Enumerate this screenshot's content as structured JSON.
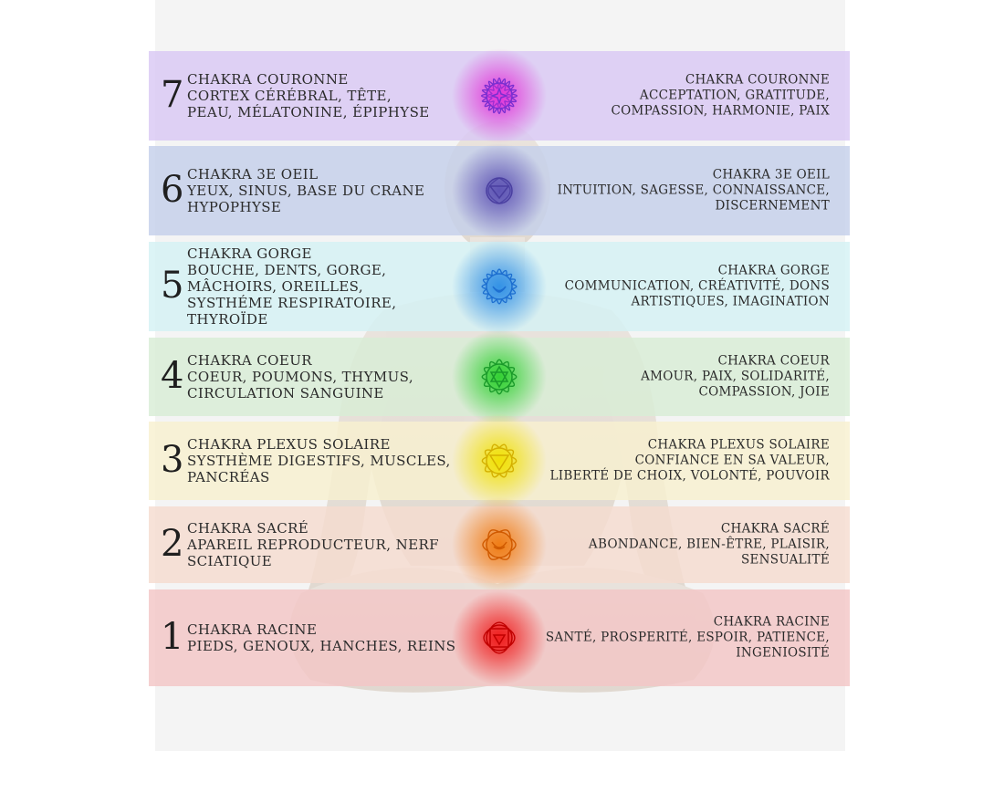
{
  "chakras": [
    {
      "number": "7",
      "left_lines": [
        "CHAKRA COURONNE",
        "CORTEX CÉRÉBRAL, TÊTE,",
        "PEAU, MÉLATONINE, ÉPIPHYSE"
      ],
      "right_lines": [
        "CHAKRA  COURONNE",
        "ACCEPTATION, GRATITUDE,",
        "COMPASSION, HARMONIE, PAIX"
      ],
      "band_color": "#d9c8f4",
      "glow_color": "#e12fd8",
      "symbol_color": "#7a2fd0",
      "symbol": "crown-lotus-icon"
    },
    {
      "number": "6",
      "left_lines": [
        "CHAKRA 3E OEIL",
        "YEUX, SINUS, BASE DU CRANE",
        "HYPOPHYSE"
      ],
      "right_lines": [
        "CHAKRA  3E OEIL",
        "INTUITION, SAGESSE,  CONNAISSANCE,",
        "DISCERNEMENT"
      ],
      "band_color": "#c5d0ea",
      "glow_color": "#5a4fb3",
      "symbol_color": "#4a3fa0",
      "symbol": "third-eye-icon"
    },
    {
      "number": "5",
      "left_lines": [
        "CHAKRA GORGE",
        "BOUCHE, DENTS, GORGE,",
        "MÂCHOIRS, OREILLES,",
        "SYSTHÉME RESPIRATOIRE,",
        "THYROÏDE"
      ],
      "right_lines": [
        "CHAKRA GORGE",
        "COMMUNICATION, CRÉATIVITÉ, DONS",
        "ARTISTIQUES, IMAGINATION"
      ],
      "band_color": "#d4f1f4",
      "glow_color": "#2f8fe6",
      "symbol_color": "#1d6fd0",
      "symbol": "throat-lotus-icon"
    },
    {
      "number": "4",
      "left_lines": [
        "CHAKRA COEUR",
        "COEUR, POUMONS, THYMUS,",
        "CIRCULATION SANGUINE"
      ],
      "right_lines": [
        "CHAKRA COEUR",
        "AMOUR, PAIX, SOLIDARITÉ,",
        "COMPASSION, JOIE"
      ],
      "band_color": "#d8edd6",
      "glow_color": "#2fd02f",
      "symbol_color": "#1a9a2a",
      "symbol": "heart-star-icon"
    },
    {
      "number": "3",
      "left_lines": [
        "CHAKRA PLEXUS SOLAIRE",
        "SYSTHÈME DIGESTIFS, MUSCLES,",
        "PANCRÉAS"
      ],
      "right_lines": [
        "CHAKRA PLEXUS SOLAIRE",
        "CONFIANCE EN SA VALEUR,",
        "LIBERTÉ DE CHOIX,  VOLONTÉ, POUVOIR"
      ],
      "band_color": "#f8f0cf",
      "glow_color": "#f0e000",
      "symbol_color": "#d4b000",
      "symbol": "solar-plexus-icon"
    },
    {
      "number": "2",
      "left_lines": [
        "CHAKRA SACRÉ",
        "APAREIL REPRODUCTEUR, NERF",
        "SCIATIQUE"
      ],
      "right_lines": [
        "CHAKRA SACRÉ",
        "ABONDANCE, BIEN-ÊTRE, PLAISIR,",
        "SENSUALITÉ"
      ],
      "band_color": "#f5dccf",
      "glow_color": "#f07a10",
      "symbol_color": "#d05a00",
      "symbol": "sacral-lotus-icon"
    },
    {
      "number": "1",
      "left_lines": [
        "CHAKRA RACINE",
        "PIEDS, GENOUX, HANCHES, REINS"
      ],
      "right_lines": [
        "CHAKRA RACINE",
        "SANTÉ, PROSPERITÉ, ESPOIR, PATIENCE,",
        "INGENIOSITÉ"
      ],
      "band_color": "#f3c6c6",
      "glow_color": "#f01818",
      "symbol_color": "#c00000",
      "symbol": "root-square-icon"
    }
  ]
}
